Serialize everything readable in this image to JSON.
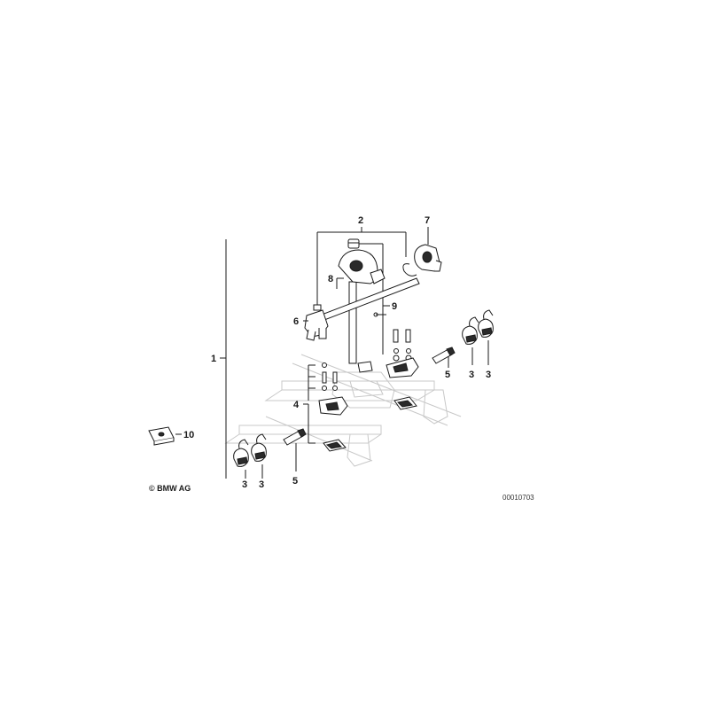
{
  "callouts": {
    "c1": "1",
    "c2": "2",
    "c3a": "3",
    "c3b": "3",
    "c3c": "3",
    "c3d": "3",
    "c4": "4",
    "c5a": "5",
    "c5b": "5",
    "c6": "6",
    "c7": "7",
    "c8": "8",
    "c9": "9",
    "c10": "10"
  },
  "copyright": "© BMW AG",
  "drawing_number": "00010703",
  "colors": {
    "line": "#1a1a1a",
    "ghost_line": "#c8c8c8",
    "background": "#ffffff"
  }
}
